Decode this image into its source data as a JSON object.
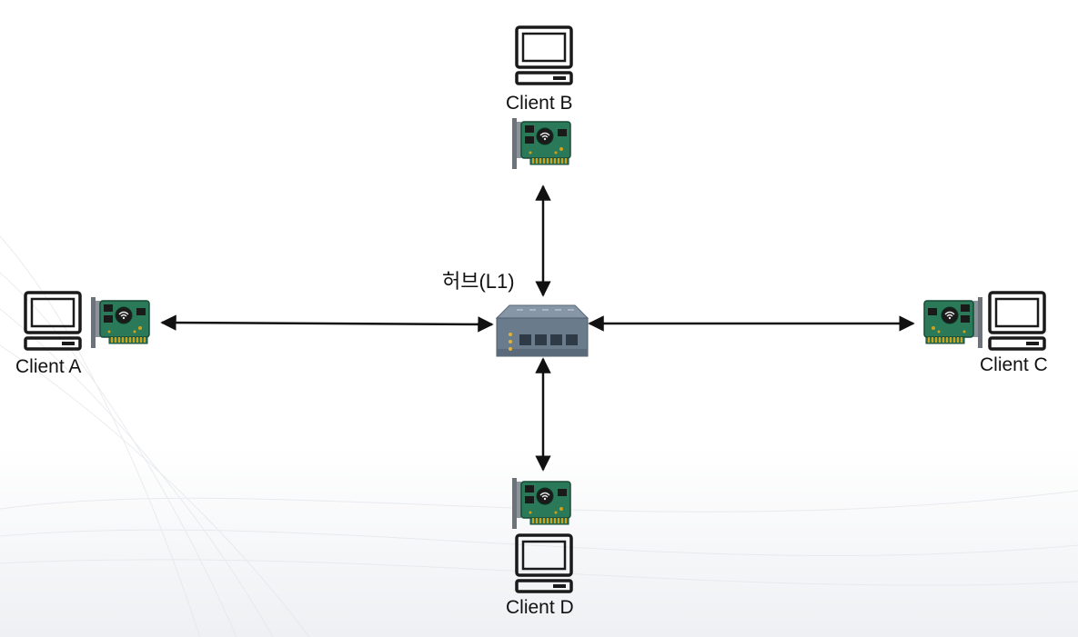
{
  "hub": {
    "label": "허브(L1)",
    "icon": "network-hub-icon"
  },
  "clients": {
    "a": {
      "label": "Client A"
    },
    "b": {
      "label": "Client B"
    },
    "c": {
      "label": "Client C"
    },
    "d": {
      "label": "Client D"
    }
  },
  "icons": {
    "computer": "computer-monitor-icon",
    "nic": "network-interface-card-icon"
  },
  "colors": {
    "arrow": "#111111",
    "hub_body": "#5b6b7c",
    "hub_top": "#7f8fa0",
    "nic_board": "#1f6b4f",
    "nic_pins": "#d4a017",
    "monitor": "#1a1a1a"
  }
}
